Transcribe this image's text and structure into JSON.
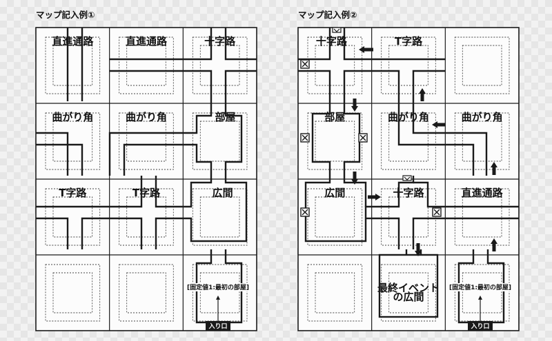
{
  "maps": [
    {
      "title": "マップ記入例①",
      "cells": [
        {
          "label": "直進通路"
        },
        {
          "label": "直進通路"
        },
        {
          "label": "十字路"
        },
        {
          "label": "曲がり角"
        },
        {
          "label": "曲がり角"
        },
        {
          "label": "部屋"
        },
        {
          "label": "T字路"
        },
        {
          "label": "T字路"
        },
        {
          "label": "広間"
        },
        {
          "label": ""
        },
        {
          "label": ""
        },
        {
          "label": ""
        }
      ],
      "fixed_label": "[固定値1:最初の部屋]",
      "entrance_label": "入り口"
    },
    {
      "title": "マップ記入例②",
      "cells": [
        {
          "label": "十字路"
        },
        {
          "label": "T字路"
        },
        {
          "label": ""
        },
        {
          "label": "部屋"
        },
        {
          "label": "曲がり角"
        },
        {
          "label": "曲がり角"
        },
        {
          "label": "広間"
        },
        {
          "label": "十字路"
        },
        {
          "label": "直進通路"
        },
        {
          "label": ""
        },
        {
          "label": "最終イベント"
        },
        {
          "label": ""
        }
      ],
      "final_label_line2": "の広間",
      "fixed_label": "[固定値1:最初の部屋]",
      "entrance_label": "入り口"
    }
  ],
  "colors": {
    "line": "#1a1a1a",
    "dotted": "#444444",
    "panel": "#fcfcfc",
    "background": "#ebebeb"
  }
}
